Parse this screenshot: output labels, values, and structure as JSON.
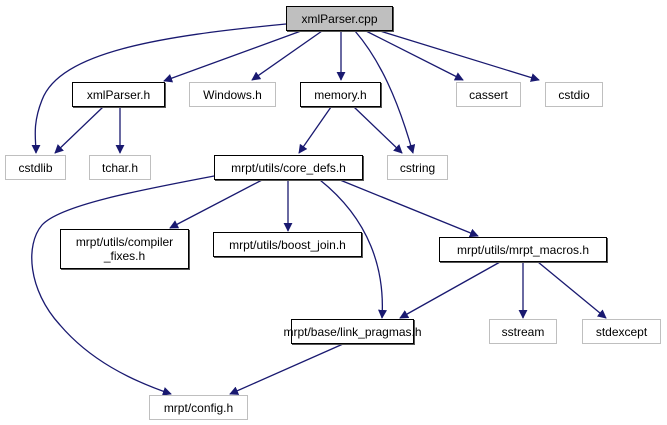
{
  "diagram": {
    "type": "include-dependency-graph",
    "edge_color": "#191970",
    "nodes": [
      {
        "id": "xmlparser_cpp",
        "label": "xmlParser.cpp",
        "kind": "root"
      },
      {
        "id": "xmlparser_h",
        "label": "xmlParser.h",
        "kind": "internal"
      },
      {
        "id": "windows_h",
        "label": "Windows.h",
        "kind": "external"
      },
      {
        "id": "memory_h",
        "label": "memory.h",
        "kind": "internal"
      },
      {
        "id": "cassert",
        "label": "cassert",
        "kind": "external"
      },
      {
        "id": "cstdio",
        "label": "cstdio",
        "kind": "external"
      },
      {
        "id": "cstdlib",
        "label": "cstdlib",
        "kind": "external"
      },
      {
        "id": "tchar_h",
        "label": "tchar.h",
        "kind": "external"
      },
      {
        "id": "core_defs_h",
        "label": "mrpt/utils/core_defs.h",
        "kind": "internal"
      },
      {
        "id": "cstring",
        "label": "cstring",
        "kind": "external"
      },
      {
        "id": "compiler_fixes_h",
        "label": "mrpt/utils/compiler\n_fixes.h",
        "kind": "internal"
      },
      {
        "id": "boost_join_h",
        "label": "mrpt/utils/boost_join.h",
        "kind": "internal"
      },
      {
        "id": "mrpt_macros_h",
        "label": "mrpt/utils/mrpt_macros.h",
        "kind": "internal"
      },
      {
        "id": "link_pragmas_h",
        "label": "mrpt/base/link_pragmas.h",
        "kind": "internal"
      },
      {
        "id": "sstream",
        "label": "sstream",
        "kind": "external"
      },
      {
        "id": "stdexcept",
        "label": "stdexcept",
        "kind": "external"
      },
      {
        "id": "config_h",
        "label": "mrpt/config.h",
        "kind": "external"
      }
    ],
    "edges": [
      {
        "from": "xmlparser_cpp",
        "to": "cstdlib"
      },
      {
        "from": "xmlparser_cpp",
        "to": "xmlparser_h"
      },
      {
        "from": "xmlparser_cpp",
        "to": "windows_h"
      },
      {
        "from": "xmlparser_cpp",
        "to": "memory_h"
      },
      {
        "from": "xmlparser_cpp",
        "to": "cstring"
      },
      {
        "from": "xmlparser_cpp",
        "to": "cassert"
      },
      {
        "from": "xmlparser_cpp",
        "to": "cstdio"
      },
      {
        "from": "xmlparser_h",
        "to": "cstdlib"
      },
      {
        "from": "xmlparser_h",
        "to": "tchar_h"
      },
      {
        "from": "memory_h",
        "to": "core_defs_h"
      },
      {
        "from": "memory_h",
        "to": "cstring"
      },
      {
        "from": "core_defs_h",
        "to": "config_h"
      },
      {
        "from": "core_defs_h",
        "to": "compiler_fixes_h"
      },
      {
        "from": "core_defs_h",
        "to": "boost_join_h"
      },
      {
        "from": "core_defs_h",
        "to": "link_pragmas_h"
      },
      {
        "from": "core_defs_h",
        "to": "mrpt_macros_h"
      },
      {
        "from": "mrpt_macros_h",
        "to": "link_pragmas_h"
      },
      {
        "from": "mrpt_macros_h",
        "to": "sstream"
      },
      {
        "from": "mrpt_macros_h",
        "to": "stdexcept"
      },
      {
        "from": "link_pragmas_h",
        "to": "config_h"
      }
    ]
  }
}
